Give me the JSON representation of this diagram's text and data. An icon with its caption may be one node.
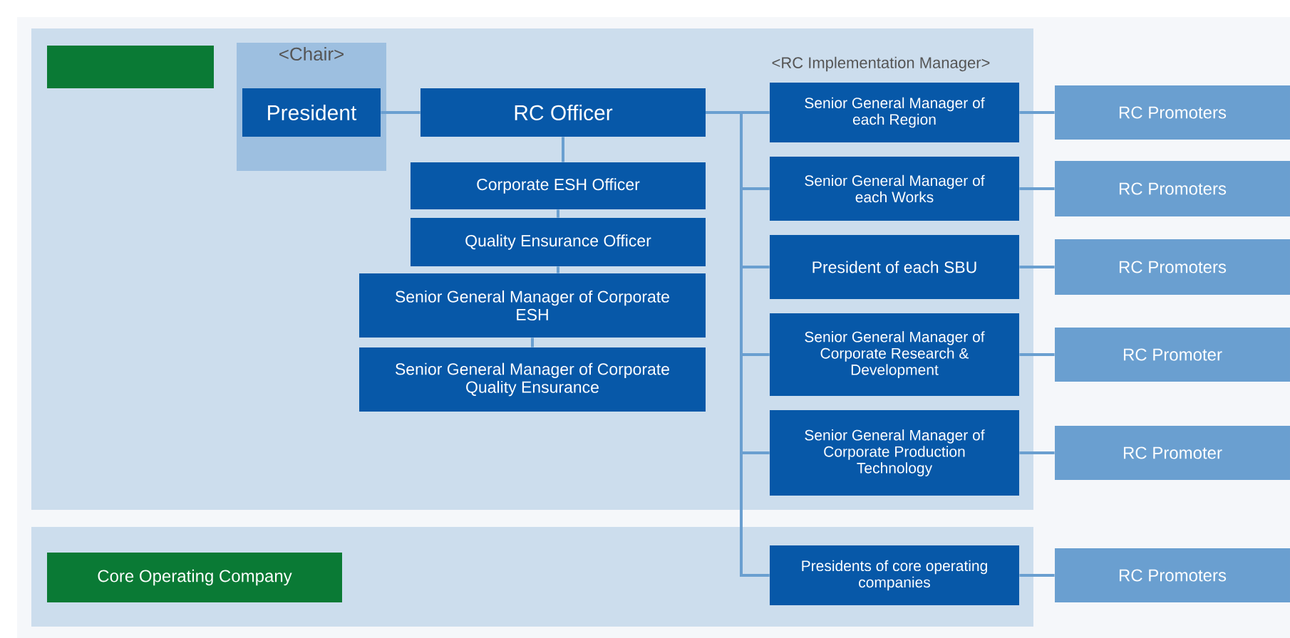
{
  "diagram": {
    "nodes": [
      {
        "text": [],
        "shape": "box"
      },
      {
        "text": [],
        "shape": "box",
        "in": 0
      },
      {
        "text": [
          "<Chair>"
        ],
        "in": 0
      },
      {
        "text": [
          "President"
        ],
        "in": 2
      },
      {
        "text": [
          "RC Officer"
        ],
        "in": 0
      },
      {
        "text": [
          "Corporate ESH Officer"
        ],
        "in": 0
      },
      {
        "text": [
          "Quality Ensurance Officer"
        ],
        "in": 0
      },
      {
        "text": [
          "Senior General Manager of Corporate ESH"
        ],
        "in": 0
      },
      {
        "text": [
          "Senior General Manager of Corporate Quality Ensurance"
        ],
        "in": 0
      },
      {
        "text": [
          "Senior General Manager of each Region"
        ],
        "in": 0
      },
      {
        "text": [
          "Senior General Manager of each Works"
        ],
        "in": 0
      },
      {
        "text": [
          "President of each SBU"
        ],
        "in": 0
      },
      {
        "text": [
          "Senior General Manager of Corporate Research & Development"
        ],
        "in": 0
      },
      {
        "text": [
          "Senior General Manager of Corporate Production Technology"
        ],
        "in": 0
      },
      {
        "text": [
          "RC Promoters"
        ]
      },
      {
        "text": [
          "RC Promoters"
        ]
      },
      {
        "text": [
          "RC Promoters"
        ]
      },
      {
        "text": [
          "RC Promoter"
        ]
      },
      {
        "text": [
          "RC Promoter"
        ]
      },
      {
        "text": [],
        "shape": "box"
      },
      {
        "text": [
          "Core Operating Company"
        ],
        "in": 19
      },
      {
        "text": [
          "Presidents of core operating companies"
        ],
        "in": 19
      },
      {
        "text": [
          "RC Promoters"
        ]
      }
    ],
    "edges": [
      {
        "from": 3,
        "to": 4,
        "arrow": "none"
      },
      {
        "from": 4,
        "to": 5,
        "arrow": "none"
      },
      {
        "from": 5,
        "to": 6,
        "arrow": "none"
      },
      {
        "from": 6,
        "to": 7,
        "arrow": "none"
      },
      {
        "from": 7,
        "to": 8,
        "arrow": "none"
      },
      {
        "from": 4,
        "to": 9,
        "arrow": "none"
      },
      {
        "from": 4,
        "to": 10,
        "arrow": "none"
      },
      {
        "from": 4,
        "to": 11,
        "arrow": "none"
      },
      {
        "from": 4,
        "to": 12,
        "arrow": "none"
      },
      {
        "from": 4,
        "to": 13,
        "arrow": "none"
      },
      {
        "from": 4,
        "to": 21,
        "arrow": "none"
      },
      {
        "from": 9,
        "to": 14,
        "arrow": "none"
      },
      {
        "from": 10,
        "to": 15,
        "arrow": "none"
      },
      {
        "from": 11,
        "to": 16,
        "arrow": "none"
      },
      {
        "from": 12,
        "to": 17,
        "arrow": "none"
      },
      {
        "from": 13,
        "to": 18,
        "arrow": "none"
      },
      {
        "from": 21,
        "to": 22,
        "arrow": "none"
      }
    ],
    "labels": [
      "<RC Implementation Manager>"
    ]
  }
}
